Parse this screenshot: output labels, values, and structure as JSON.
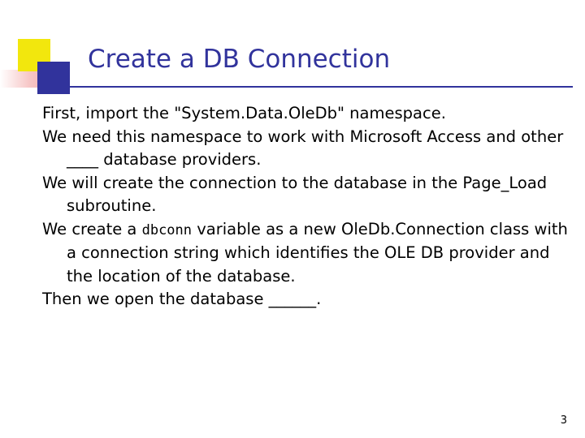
{
  "slide": {
    "title": "Create a DB Connection",
    "page_number": "3",
    "paragraphs": [
      {
        "id": "p1",
        "text": "First, import the \"System.Data.OleDb\" namespace."
      },
      {
        "id": "p2",
        "text": "We need this namespace to work with Microsoft Access and other ____ database providers."
      },
      {
        "id": "p3",
        "text": "We will create the connection to the database in the Page_Load subroutine."
      },
      {
        "id": "p4_a",
        "text": "We create a "
      },
      {
        "id": "p4_code",
        "text": "dbconn"
      },
      {
        "id": "p4_b",
        "text": " variable as a new OleDb.Connection class with a connection string which identifies the OLE DB provider and the location of the database."
      },
      {
        "id": "p5",
        "text": "Then we open the database ______."
      }
    ]
  },
  "colors": {
    "title": "#31339c",
    "accent_yellow": "#f2e70d",
    "accent_blue": "#31339c",
    "accent_pink": "#ef9f9f",
    "text": "#000000"
  }
}
